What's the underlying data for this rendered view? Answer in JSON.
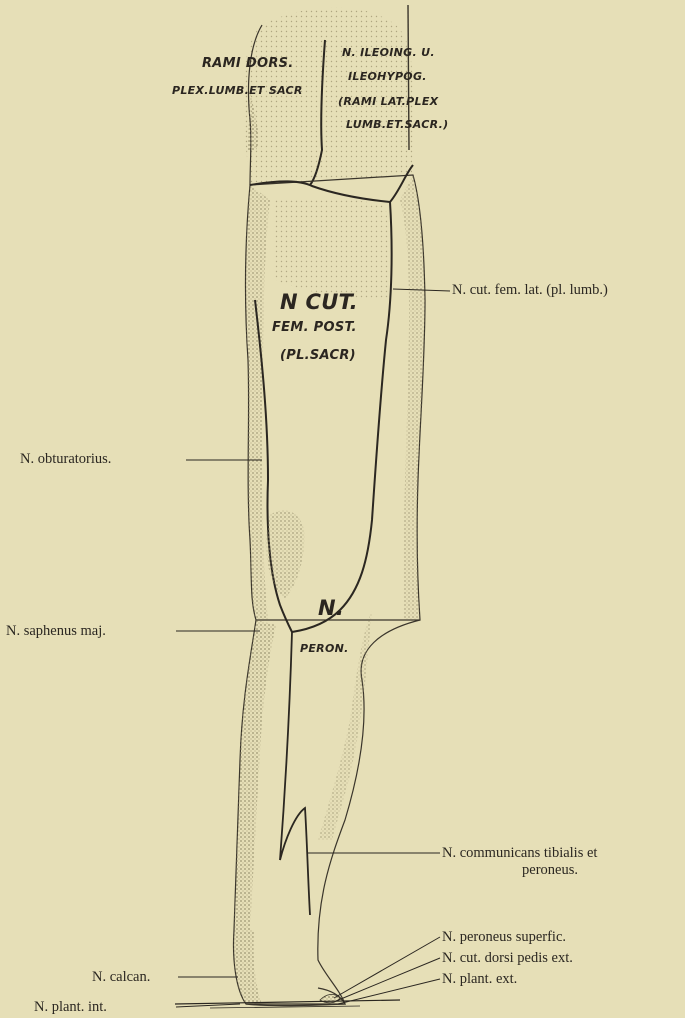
{
  "region_labels": {
    "rami_dors_1": "RAMI DORS.",
    "rami_dors_2": "PLEX.LUMB.ET SACR",
    "n_ileoing_1": "N. ILEOING. U.",
    "n_ileoing_2": "ILEOHYPOG.",
    "n_ileoing_3": "(RAMI LAT.PLEX",
    "n_ileoing_4": "LUMB.ET.SACR.)",
    "n_cut_1": "N CUT.",
    "n_cut_2": "FEM. POST.",
    "n_cut_3": "(PL.SACR)",
    "n_peron_1": "N.",
    "n_peron_2": "PERON."
  },
  "callouts": {
    "cut_fem_lat": "N. cut. fem. lat. (pl. lumb.)",
    "obturatorius": "N. obturatorius.",
    "saphenus_maj": "N. saphenus maj.",
    "communicans_1": "N. communicans tibialis et",
    "communicans_2": "peroneus.",
    "peroneus_superfic": "N. peroneus superfic.",
    "cut_dorsi_pedis": "N. cut. dorsi pedis ext.",
    "plant_ext": "N. plant. ext.",
    "calcan": "N. calcan.",
    "plant_int": "N. plant. int."
  },
  "colors": {
    "paper": "#e6dfb7",
    "ink": "#2b2721",
    "stipple": "#b9b08a"
  }
}
